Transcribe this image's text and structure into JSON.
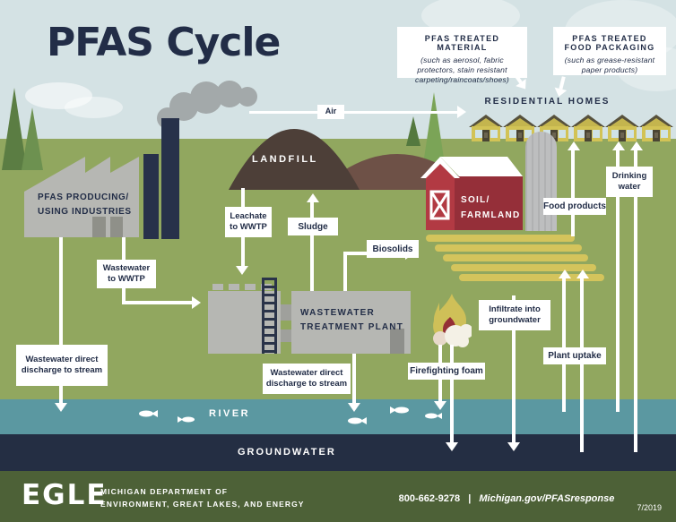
{
  "title": "PFAS Cycle",
  "colors": {
    "sky": "#d4e2e4",
    "grass": "#91a75f",
    "river": "#5b98a1",
    "groundwater": "#242e43",
    "footer_band": "#4d6137",
    "navy_text": "#222d47",
    "arrow": "#ffffff",
    "barn_front_red": "#b23a43",
    "barn_side_red": "#952f39",
    "landfill_dark": "#4d3f38",
    "landfill_light": "#6e5147",
    "house_yellow": "#d2c356",
    "crop_yellow": "#d4c45c",
    "factory_gray": "#b6b7b3",
    "chimney_navy": "#27314a"
  },
  "callouts": {
    "material": {
      "title": "PFAS TREATED MATERIAL",
      "subtitle": "(such as aerosol, fabric protectors, stain resistant carpeting/raincoats/shoes)"
    },
    "packaging": {
      "title_line1": "PFAS TREATED",
      "title_line2": "FOOD PACKAGING",
      "subtitle": "(such as grease-resistant paper products)"
    }
  },
  "scene": {
    "air": "Air",
    "residential_homes": "RESIDENTIAL HOMES",
    "industries": {
      "line1": "PFAS PRODUCING/",
      "line2": "USING INDUSTRIES"
    },
    "landfill": "LANDFILL",
    "soil_farmland": {
      "line1": "SOIL/",
      "line2": "FARMLAND"
    },
    "wwtp": {
      "line1": "WASTEWATER",
      "line2": "TREATMENT PLANT"
    },
    "river": "RIVER",
    "groundwater": "GROUNDWATER"
  },
  "flow_labels": {
    "wastewater_to_wwtp": {
      "line1": "Wastewater",
      "line2": "to WWTP"
    },
    "leachate": {
      "line1": "Leachate",
      "line2": "to WWTP"
    },
    "sludge": "Sludge",
    "biosolids": "Biosolids",
    "discharge_left": {
      "line1": "Wastewater direct",
      "line2": "discharge to stream"
    },
    "discharge_right": {
      "line1": "Wastewater direct",
      "line2": "discharge to stream"
    },
    "food_products": "Food products",
    "drinking_water": {
      "line1": "Drinking",
      "line2": "water"
    },
    "infiltrate": {
      "line1": "Infiltrate into",
      "line2": "groundwater"
    },
    "plant_uptake": "Plant uptake",
    "firefighting_foam": "Firefighting foam"
  },
  "footer": {
    "logo": "EGLE",
    "dept_line1": "MICHIGAN DEPARTMENT OF",
    "dept_line2": "ENVIRONMENT, GREAT LAKES, AND ENERGY",
    "phone": "800-662-9278",
    "separator": "|",
    "url": "Michigan.gov/PFASresponse",
    "version": "7/2019"
  }
}
